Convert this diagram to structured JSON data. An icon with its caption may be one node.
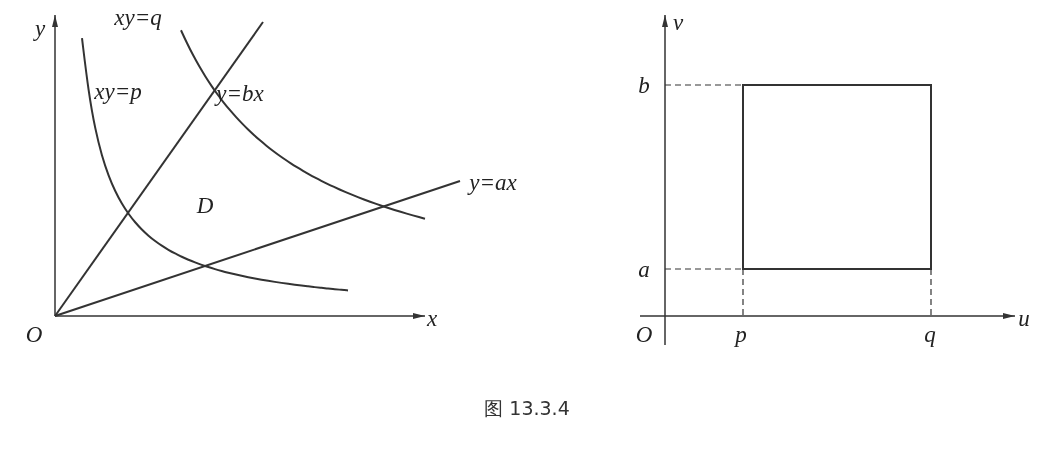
{
  "diagram": {
    "caption": "图 13.3.4",
    "labels": [
      "y",
      "xy=q",
      "xy=p",
      "y=bx",
      "D",
      "y=ax",
      "O",
      "x",
      "v",
      "b",
      "a",
      "O",
      "p",
      "q",
      "u"
    ]
  }
}
